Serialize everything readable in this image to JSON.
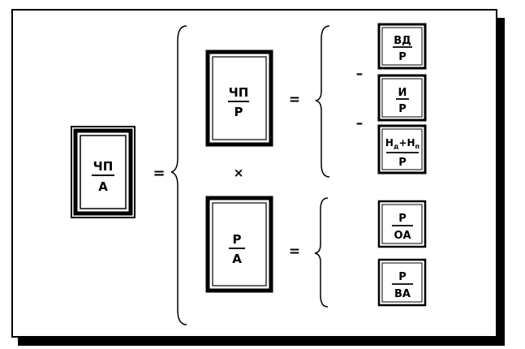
{
  "root": {
    "num": "ЧП",
    "den": "А"
  },
  "operators": {
    "eq_main": "=",
    "mul": "×",
    "eq_top": "=",
    "eq_bottom": "=",
    "minus_1": "–",
    "minus_2": "–"
  },
  "top_block": {
    "num": "ЧП",
    "den": "Р"
  },
  "bottom_block": {
    "num": "Р",
    "den": "А"
  },
  "top_items": [
    {
      "num": "ВД",
      "den": "Р"
    },
    {
      "num": "И",
      "den": "Р"
    },
    {
      "num": "Н",
      "sub1": "д",
      "plus": "+",
      "num2": "Н",
      "sub2": "п",
      "den": "Р"
    }
  ],
  "bottom_items": [
    {
      "num": "Р",
      "den": "ОА"
    },
    {
      "num": "Р",
      "den": "ВА"
    }
  ]
}
